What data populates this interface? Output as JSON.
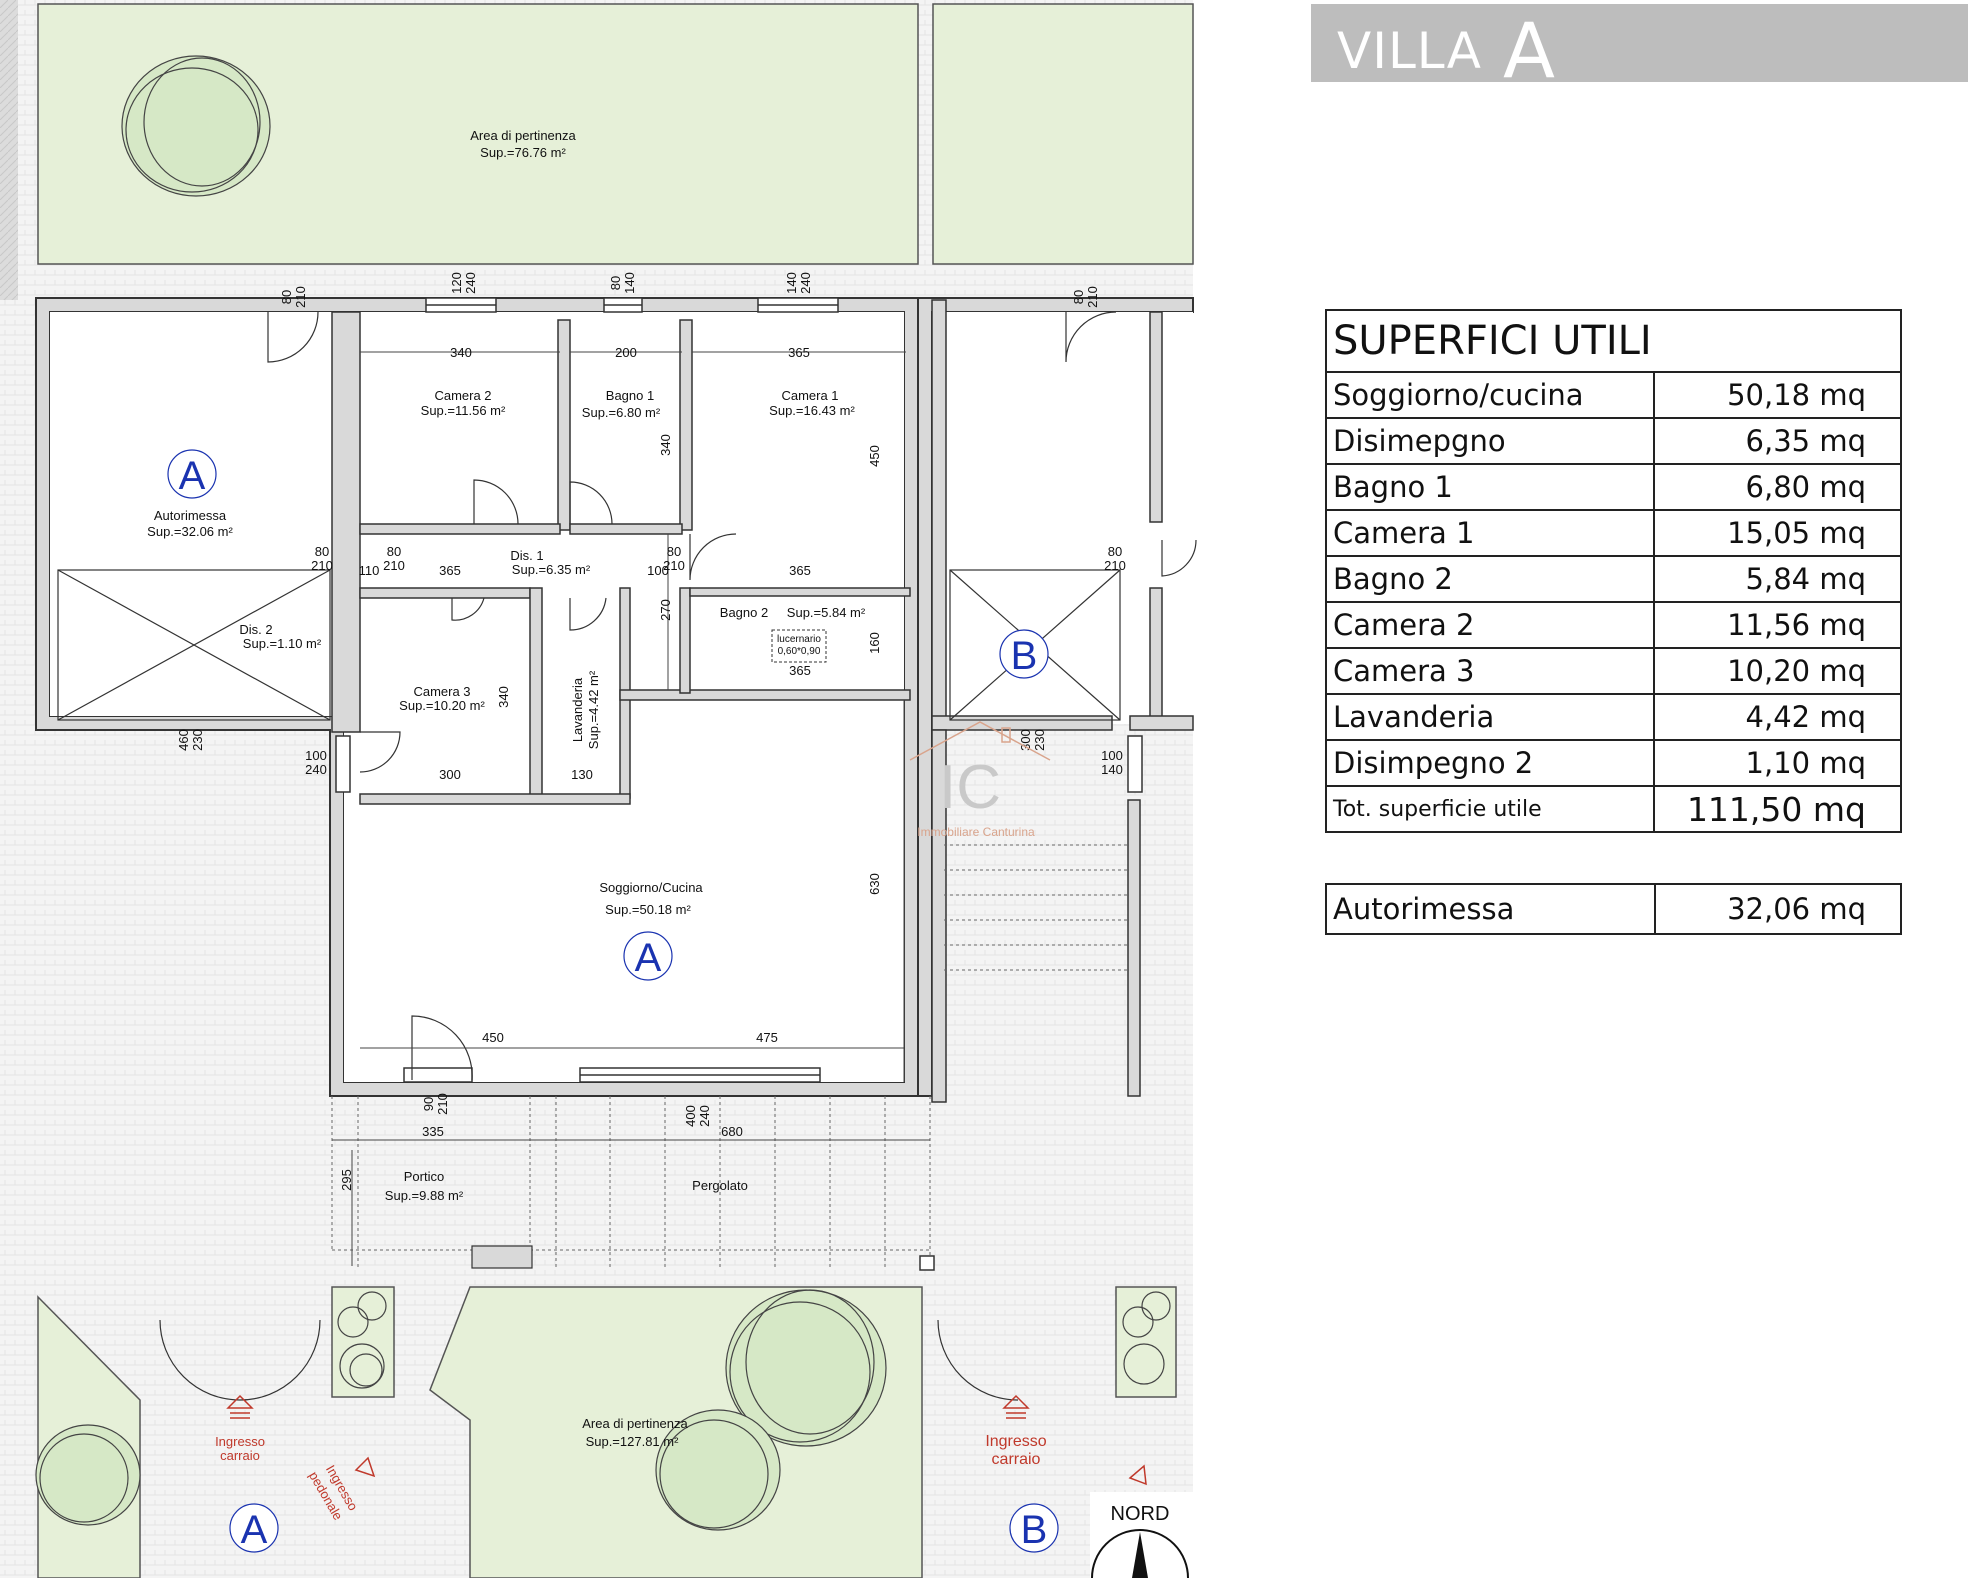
{
  "header": {
    "villa": "VILLA",
    "letter": "A"
  },
  "summary": {
    "title": "SUPERFICI UTILI",
    "rows": [
      {
        "label": "Soggiorno/cucina",
        "value": "50,18 mq"
      },
      {
        "label": "Disimepgno",
        "value": "6,35 mq"
      },
      {
        "label": "Bagno 1",
        "value": "6,80 mq"
      },
      {
        "label": "Camera 1",
        "value": "15,05 mq"
      },
      {
        "label": "Bagno 2",
        "value": "5,84 mq"
      },
      {
        "label": "Camera 2",
        "value": "11,56 mq"
      },
      {
        "label": "Camera 3",
        "value": "10,20 mq"
      },
      {
        "label": "Lavanderia",
        "value": "4,42 mq"
      },
      {
        "label": "Disimpegno 2",
        "value": "1,10 mq"
      }
    ],
    "total": {
      "label": "Tot. superficie utile",
      "value": "111,50 mq"
    },
    "garage": {
      "label": "Autorimessa",
      "value": "32,06 mq"
    }
  },
  "plan": {
    "rooms": {
      "area_top": {
        "name": "Area di pertinenza",
        "sup": "Sup.=76.76 m²"
      },
      "camera2": {
        "name": "Camera 2",
        "sup": "Sup.=11.56 m²"
      },
      "bagno1": {
        "name": "Bagno 1",
        "sup": "Sup.=6.80 m²"
      },
      "camera1": {
        "name": "Camera 1",
        "sup": "Sup.=16.43 m²"
      },
      "autorimessa": {
        "name": "Autorimessa",
        "sup": "Sup.=32.06 m²"
      },
      "dis1": {
        "name": "Dis. 1",
        "sup": "Sup.=6.35 m²"
      },
      "dis2": {
        "name": "Dis. 2",
        "sup": "Sup.=1.10 m²"
      },
      "bagno2": {
        "name": "Bagno 2",
        "sup": "Sup.=5.84 m²"
      },
      "lucernario": {
        "name": "lucernario",
        "size": "0,60*0,90"
      },
      "camera3": {
        "name": "Camera 3",
        "sup": "Sup.=10.20 m²"
      },
      "lavanderia": {
        "name": "Lavanderia",
        "sup": "Sup.=4.42 m²"
      },
      "soggiorno": {
        "name": "Soggiorno/Cucina",
        "sup": "Sup.=50.18 m²"
      },
      "portico": {
        "name": "Portico",
        "sup": "Sup.=9.88 m²"
      },
      "pergolato": {
        "name": "Pergolato"
      },
      "area_bottom": {
        "name": "Area di pertinenza",
        "sup": "Sup.=127.81 m²"
      }
    },
    "dims": {
      "d120_240": [
        "120",
        "240"
      ],
      "d80_140": [
        "80",
        "140"
      ],
      "d140_240": [
        "140",
        "240"
      ],
      "d80_210": [
        "80",
        "210"
      ],
      "d340": "340",
      "d200": "200",
      "d365": "365",
      "d450": "450",
      "d110": "110",
      "d100": "100",
      "d270": "270",
      "d160": "160",
      "d300": "300",
      "d130": "130",
      "d630": "630",
      "d475": "475",
      "d335": "335",
      "d680": "680",
      "d295": "295",
      "d90_210": [
        "90",
        "210"
      ],
      "d400_240": [
        "400",
        "240"
      ],
      "d460_230": [
        "460",
        "230"
      ],
      "d100_240": [
        "100",
        "240"
      ],
      "d300_230": [
        "300",
        "230"
      ],
      "d100_140": [
        "100",
        "140"
      ]
    },
    "marks": {
      "a": "A",
      "b": "B"
    },
    "entrances": {
      "carraio_a": [
        "Ingresso",
        "carraio"
      ],
      "pedonale": [
        "Ingresso",
        "pedonale"
      ],
      "carraio_b": [
        "Ingresso",
        "carraio"
      ]
    },
    "north": "NORD",
    "watermark": {
      "logo": "IC",
      "text": "Immobiliare Canturina"
    },
    "colors": {
      "lawn": "#e6f0d8",
      "wall": "#d9d9d9",
      "paving": "#f2f2f2",
      "mark": "#1a33b0",
      "entrance": "#c0392b",
      "watermark": "#d9a48c"
    }
  }
}
